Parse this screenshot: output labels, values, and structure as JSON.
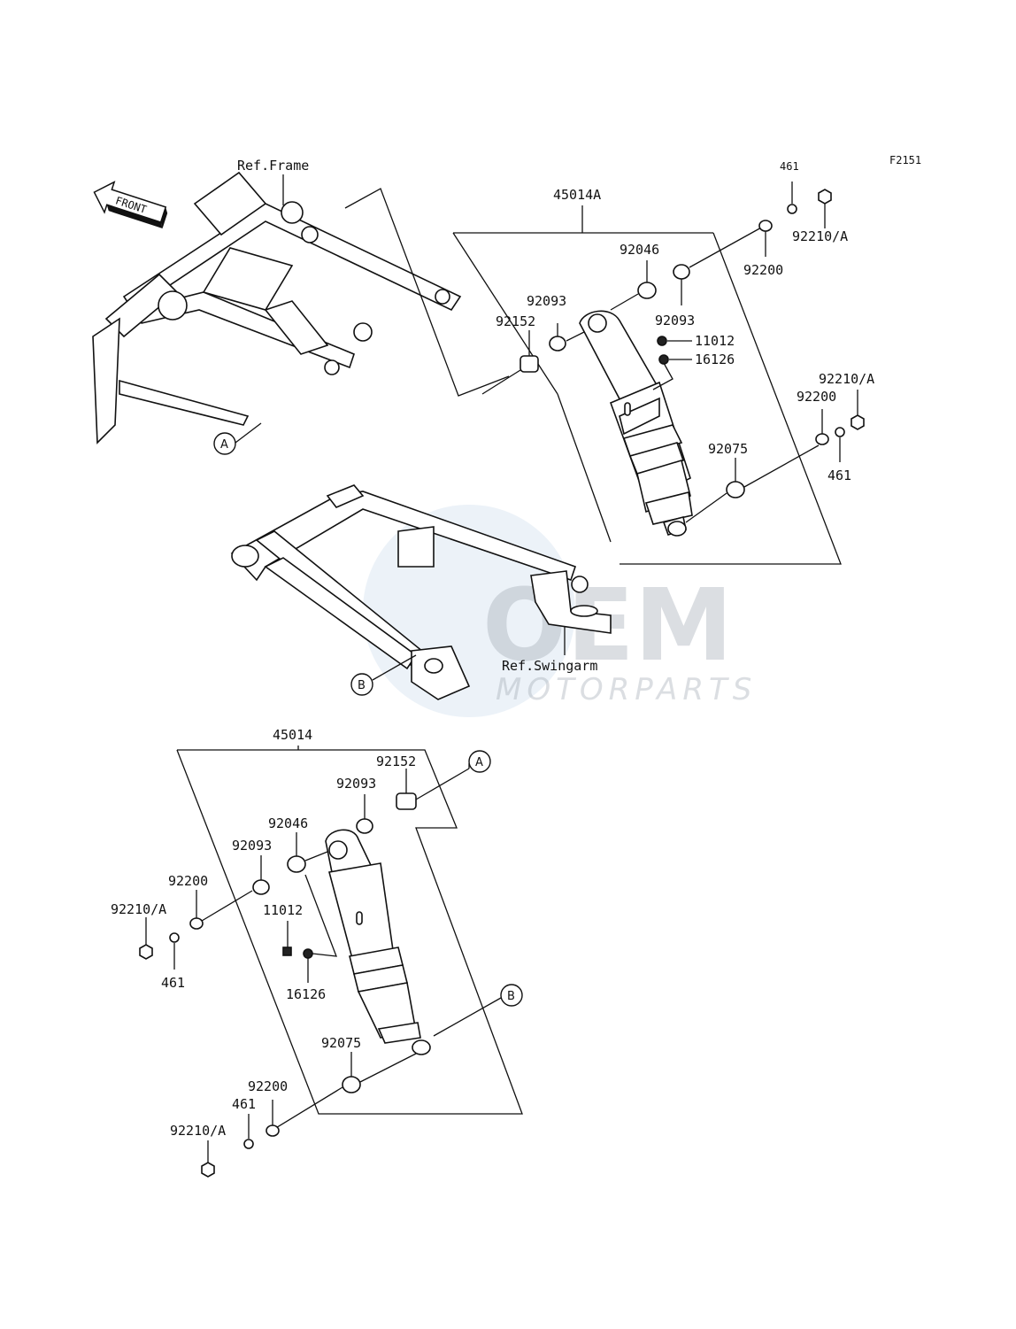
{
  "diagram_code": "F2151",
  "front_label": "FRONT",
  "refs": {
    "frame": "Ref.Frame",
    "swingarm": "Ref.Swingarm"
  },
  "markers": {
    "a": "A",
    "b": "B"
  },
  "watermark": {
    "brand": "OEM",
    "sub": "MOTORPARTS"
  },
  "assemblies": {
    "upper": {
      "assembly_no": "45014A",
      "parts": {
        "p461": "461",
        "p92210a_top": "92210/A",
        "p92200_top": "92200",
        "p92046": "92046",
        "p92093_left": "92093",
        "p92093_right": "92093",
        "p92152": "92152",
        "p11012": "11012",
        "p16126": "16126",
        "p92210a_mid": "92210/A",
        "p92200_mid": "92200",
        "p92075": "92075",
        "p461_mid": "461"
      }
    },
    "lower": {
      "assembly_no": "45014",
      "parts": {
        "p92152": "92152",
        "p92093_top": "92093",
        "p92046": "92046",
        "p92093_left": "92093",
        "p92200_left": "92200",
        "p92210a_left": "92210/A",
        "p11012": "11012",
        "p461_left": "461",
        "p16126": "16126",
        "p92075": "92075",
        "p92200_bottom": "92200",
        "p461_bottom": "461",
        "p92210a_bottom": "92210/A"
      }
    }
  }
}
